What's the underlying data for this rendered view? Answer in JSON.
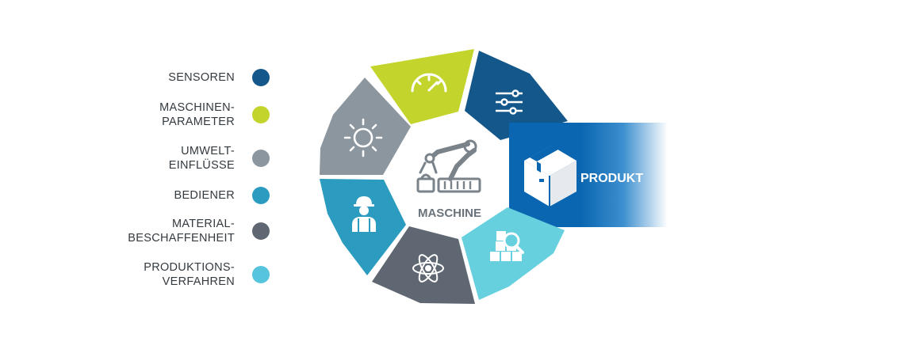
{
  "legend": [
    {
      "label": "SENSOREN",
      "color": "#14578a"
    },
    {
      "label": "MASCHINEN-\nPARAMETER",
      "color": "#c3d52c"
    },
    {
      "label": "UMWELT-\nEINFLÜSSE",
      "color": "#8c969e"
    },
    {
      "label": "BEDIENER",
      "color": "#2b9cc0"
    },
    {
      "label": "MATERIAL-\nBESCHAFFENHEIT",
      "color": "#5f6772"
    },
    {
      "label": "PRODUKTIONS-\nVERFAHREN",
      "color": "#56c4dd"
    }
  ],
  "center": {
    "label": "MASCHINE"
  },
  "product": {
    "label": "PRODUKT"
  },
  "segments": [
    {
      "name": "maschinen-parameter",
      "color": "#c3d52c",
      "icon": "gauge-icon"
    },
    {
      "name": "sensoren",
      "color": "#14578a",
      "icon": "sliders-icon"
    },
    {
      "name": "produktions-verfahren",
      "color": "#66d0de",
      "icon": "inspection-boxes-icon"
    },
    {
      "name": "material-beschaffenheit",
      "color": "#5f6772",
      "icon": "atom-icon"
    },
    {
      "name": "bediener",
      "color": "#2b9cc0",
      "icon": "worker-icon"
    },
    {
      "name": "umwelt-einfluesse",
      "color": "#8c969e",
      "icon": "sun-icon"
    }
  ]
}
